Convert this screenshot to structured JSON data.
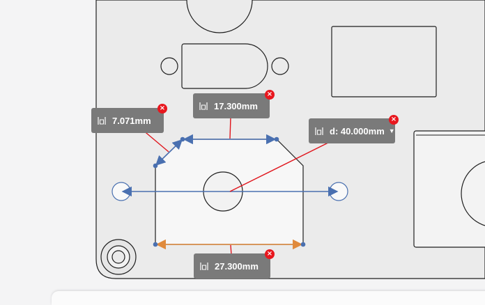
{
  "colors": {
    "background": "#f4f4f5",
    "plate_fill": "#ebebeb",
    "outline": "#1e1e1e",
    "dimension_blue": "#4a70b0",
    "dimension_orange": "#e08a3c",
    "leader_red": "#e0141b",
    "label_bg": "#7a7a7a",
    "close_badge": "#e8171e"
  },
  "dimensions": {
    "chamfer": {
      "value": "7.071mm",
      "icon": "dimension-icon"
    },
    "top_width": {
      "value": "17.300mm",
      "icon": "dimension-icon"
    },
    "diameter": {
      "value": "d: 40.000mm",
      "icon": "dimension-icon",
      "has_dropdown": true
    },
    "bottom_width": {
      "value": "27.300mm",
      "icon": "dimension-icon"
    }
  },
  "close_glyph": "×",
  "dropdown_glyph": "▼"
}
